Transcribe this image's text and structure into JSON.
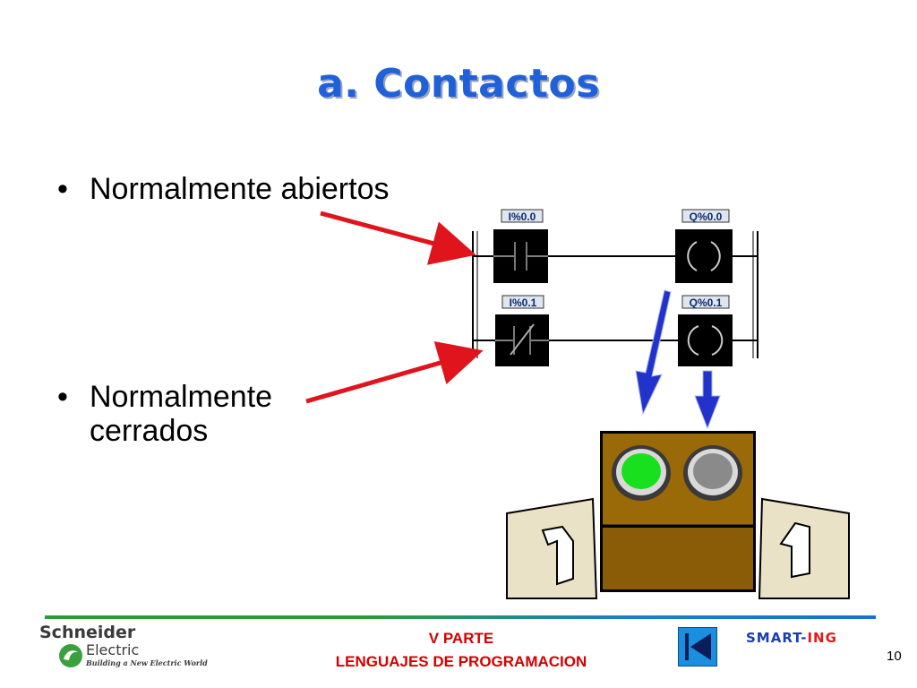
{
  "slide": {
    "title": "a. Contactos",
    "bullets": [
      {
        "marker": "•",
        "text": "Normalmente abiertos"
      },
      {
        "marker": "•",
        "text": "Normalmente cerrados"
      }
    ],
    "ladder": {
      "contact_no_label": "I%0.0",
      "coil_q0_label": "Q%0.0",
      "contact_nc_label": "I%0.1",
      "coil_q1_label": "Q%0.1"
    },
    "panel": {
      "lamp_left_color": "#19e01f",
      "lamp_right_color": "#8a8a8a",
      "body_color": "#9a6a08"
    }
  },
  "footer": {
    "logo_company": "Schneider",
    "logo_sub": "Electric",
    "logo_tagline": "Building a New Electric World",
    "title_line1": "V PARTE",
    "title_line2": "LENGUAJES DE PROGRAMACION",
    "brand_part1": "SMART-",
    "brand_part2": "ING",
    "page_number": "10"
  },
  "colors": {
    "title": "#2060d8",
    "arrow_red": "#e0141c",
    "arrow_blue": "#2233cc",
    "footer_title": "#d40000"
  },
  "icons": [
    "back-nav-icon",
    "switch-left-icon",
    "switch-right-icon",
    "schneider-logo-icon"
  ]
}
